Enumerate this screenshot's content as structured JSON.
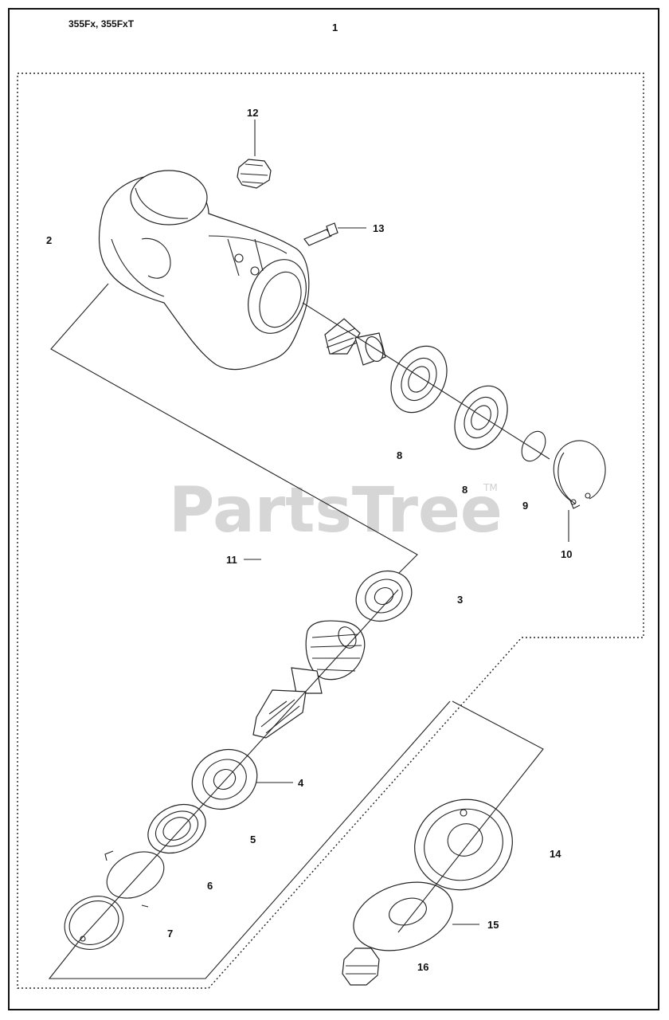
{
  "header": {
    "models": "355Fx, 355FxT",
    "group_number": "1"
  },
  "watermark": {
    "text": "PartsTree",
    "tm": "TM"
  },
  "callouts": [
    "2",
    "3",
    "4",
    "5",
    "6",
    "7",
    "8",
    "8",
    "9",
    "10",
    "11",
    "12",
    "13",
    "14",
    "15",
    "16"
  ],
  "colors": {
    "ink": "#222222",
    "watermark": "#d6d6d6",
    "background": "#ffffff"
  },
  "icons": [
    "gear-housing-part",
    "bolt-part",
    "bearing-part",
    "gear-shaft-part",
    "circlip-part",
    "flange-part",
    "nut-part"
  ]
}
